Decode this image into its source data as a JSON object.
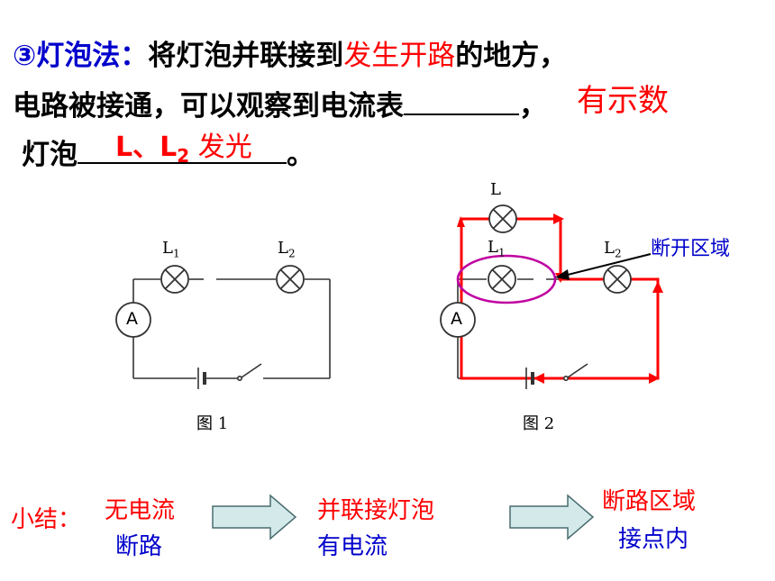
{
  "header": {
    "line1_prefix": "③灯泡法：",
    "line1_text_a": "将灯泡并联接到",
    "line1_red": "发生开路",
    "line1_text_b": "的地方，",
    "line2_text": "电路被接通，可以观察到电流表",
    "line2_answer": "有示数",
    "line2_end": "，",
    "line3_text": "灯泡",
    "line3_answer_l": "L、L",
    "line3_answer_sub": "2",
    "line3_answer_tail": " 发光",
    "line3_end": "。"
  },
  "figure1": {
    "caption": "图 1",
    "lamp1_label": "L",
    "lamp1_sub": "1",
    "lamp2_label": "L",
    "lamp2_sub": "2",
    "ammeter_label": "A"
  },
  "figure2": {
    "caption": "图 2",
    "lamp_extra_label": "L",
    "lamp1_label": "L",
    "lamp1_sub": "1",
    "lamp2_label": "L",
    "lamp2_sub": "2",
    "ammeter_label": "A",
    "annotation": "断开区域"
  },
  "summary": {
    "title": "小结：",
    "step1_line1": "无电流",
    "step1_line2": "断路",
    "step2_line1": "并联接灯泡",
    "step2_line2": "有电流",
    "step3_line1": "断路区域",
    "step3_line2": "接点内"
  },
  "colors": {
    "accent_blue": "#0000cc",
    "answer_red": "#ff0000",
    "arrow_fill": "#d3e9ea",
    "ellipse": "#c000a0"
  }
}
